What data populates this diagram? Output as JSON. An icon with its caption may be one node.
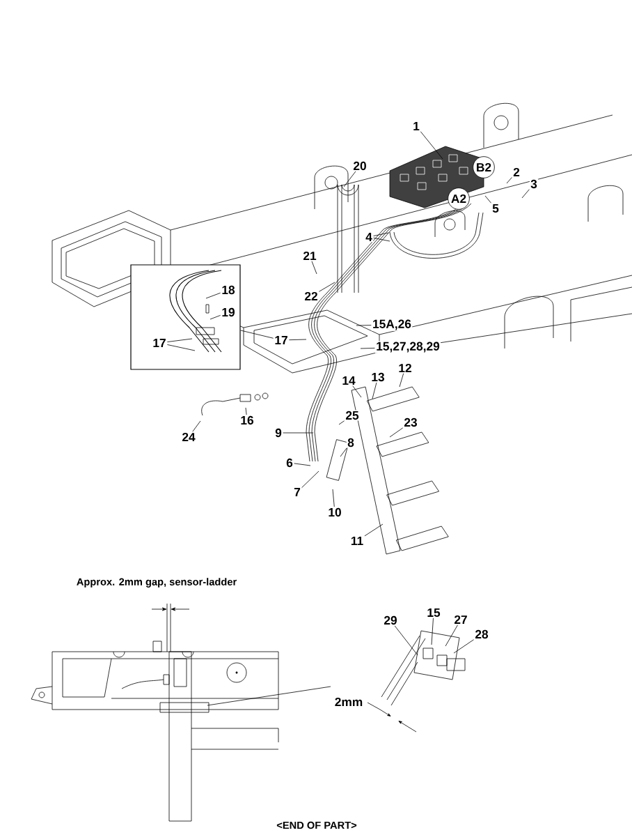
{
  "diagram": {
    "nodes": [
      {
        "text": [
          "1"
        ]
      },
      {
        "text": [
          "20"
        ]
      },
      {
        "text": [
          "B2"
        ]
      },
      {
        "text": [
          "2"
        ]
      },
      {
        "text": [
          "3"
        ]
      },
      {
        "text": [
          "A2"
        ]
      },
      {
        "text": [
          "5"
        ]
      },
      {
        "text": [
          "4"
        ]
      },
      {
        "text": [
          "21"
        ]
      },
      {
        "text": [],
        "shape": "box"
      },
      {
        "text": [
          "18"
        ],
        "in": 9
      },
      {
        "text": [
          "22"
        ]
      },
      {
        "text": [
          "19"
        ],
        "in": 9
      },
      {
        "text": [
          "15A,26"
        ]
      },
      {
        "text": [
          "17"
        ],
        "in": 9
      },
      {
        "text": [
          "17"
        ]
      },
      {
        "text": [
          "15,27,28,29"
        ]
      },
      {
        "text": [
          "12"
        ]
      },
      {
        "text": [
          "13"
        ]
      },
      {
        "text": [
          "14"
        ]
      },
      {
        "text": [
          "25"
        ]
      },
      {
        "text": [
          "16"
        ]
      },
      {
        "text": [
          "23"
        ]
      },
      {
        "text": [
          "9"
        ]
      },
      {
        "text": [
          "24"
        ]
      },
      {
        "text": [
          "8"
        ]
      },
      {
        "text": [
          "6"
        ]
      },
      {
        "text": [
          "7"
        ]
      },
      {
        "text": [
          "10"
        ]
      },
      {
        "text": [
          "11"
        ]
      },
      {
        "text": [
          "29"
        ]
      },
      {
        "text": [
          "15"
        ]
      },
      {
        "text": [
          "27"
        ]
      },
      {
        "text": [
          "28"
        ]
      }
    ],
    "edges": [
      {
        "from": 0,
        "to": null,
        "arrow": "none"
      },
      {
        "from": 1,
        "to": null,
        "arrow": "none"
      },
      {
        "from": 3,
        "to": null,
        "arrow": "none"
      },
      {
        "from": 4,
        "to": null,
        "arrow": "none"
      },
      {
        "from": 6,
        "to": null,
        "arrow": "none"
      },
      {
        "from": 7,
        "to": null,
        "arrow": "none"
      },
      {
        "from": 7,
        "to": null,
        "arrow": "none"
      },
      {
        "from": 8,
        "to": null,
        "arrow": "none"
      },
      {
        "from": 10,
        "to": null,
        "arrow": "none"
      },
      {
        "from": 11,
        "to": null,
        "arrow": "none"
      },
      {
        "from": 12,
        "to": null,
        "arrow": "none"
      },
      {
        "from": 13,
        "to": null,
        "arrow": "none"
      },
      {
        "from": 14,
        "to": null,
        "arrow": "none"
      },
      {
        "from": 14,
        "to": null,
        "arrow": "none"
      },
      {
        "from": 15,
        "to": null,
        "arrow": "none"
      },
      {
        "from": 9,
        "to": 15,
        "arrow": "none"
      },
      {
        "from": 16,
        "to": null,
        "arrow": "none"
      },
      {
        "from": 17,
        "to": null,
        "arrow": "none"
      },
      {
        "from": 18,
        "to": null,
        "arrow": "none"
      },
      {
        "from": 19,
        "to": null,
        "arrow": "none"
      },
      {
        "from": 20,
        "to": null,
        "arrow": "none"
      },
      {
        "from": 21,
        "to": null,
        "arrow": "none"
      },
      {
        "from": 22,
        "to": null,
        "arrow": "none"
      },
      {
        "from": 23,
        "to": null,
        "arrow": "none"
      },
      {
        "from": 24,
        "to": null,
        "arrow": "none"
      },
      {
        "from": 25,
        "to": null,
        "arrow": "none"
      },
      {
        "from": 26,
        "to": null,
        "arrow": "none"
      },
      {
        "from": 27,
        "to": null,
        "arrow": "none"
      },
      {
        "from": 28,
        "to": null,
        "arrow": "none"
      },
      {
        "from": 29,
        "to": null,
        "arrow": "none"
      },
      {
        "from": 30,
        "to": null,
        "arrow": "none"
      },
      {
        "from": 31,
        "to": null,
        "arrow": "none"
      },
      {
        "from": 32,
        "to": null,
        "arrow": "none"
      },
      {
        "from": 33,
        "to": null,
        "arrow": "none"
      }
    ],
    "labels": [
      "Approx. 2mm gap, sensor-ladder",
      "2mm",
      "<END OF PART>"
    ]
  }
}
